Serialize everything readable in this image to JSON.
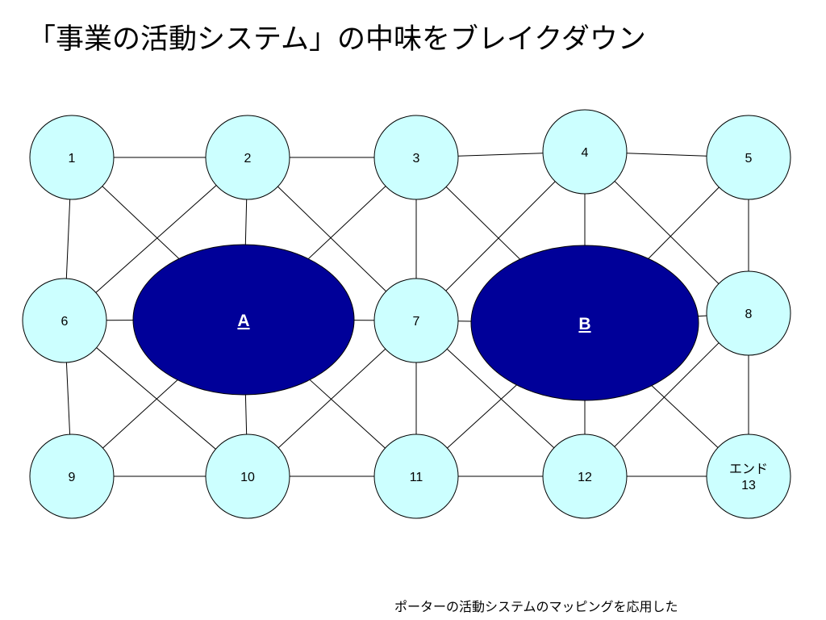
{
  "title": "「事業の活動システム」の中味をブレイクダウン",
  "footnote": "ポーターの活動システムのマッピングを応用した",
  "colors": {
    "node_fill": "#ccffff",
    "hub_fill": "#000099",
    "line": "#000000",
    "hub_text": "#ffffff"
  },
  "nodes": [
    {
      "id": "1",
      "label": [
        "1"
      ]
    },
    {
      "id": "2",
      "label": [
        "2"
      ]
    },
    {
      "id": "3",
      "label": [
        "3"
      ]
    },
    {
      "id": "4",
      "label": [
        "4"
      ]
    },
    {
      "id": "5",
      "label": [
        "5"
      ]
    },
    {
      "id": "6",
      "label": [
        "6"
      ]
    },
    {
      "id": "7",
      "label": [
        "7"
      ]
    },
    {
      "id": "8",
      "label": [
        "8"
      ]
    },
    {
      "id": "9",
      "label": [
        "9"
      ]
    },
    {
      "id": "10",
      "label": [
        "10"
      ]
    },
    {
      "id": "11",
      "label": [
        "11"
      ]
    },
    {
      "id": "12",
      "label": [
        "12"
      ]
    },
    {
      "id": "13",
      "label": [
        "エンド",
        "13"
      ]
    }
  ],
  "hubs": [
    {
      "id": "A",
      "label": "A"
    },
    {
      "id": "B",
      "label": "B"
    }
  ],
  "edges": [
    [
      "1",
      "2"
    ],
    [
      "2",
      "3"
    ],
    [
      "3",
      "4"
    ],
    [
      "4",
      "5"
    ],
    [
      "1",
      "6"
    ],
    [
      "5",
      "8"
    ],
    [
      "6",
      "9"
    ],
    [
      "8",
      "13"
    ],
    [
      "9",
      "10"
    ],
    [
      "10",
      "11"
    ],
    [
      "11",
      "12"
    ],
    [
      "12",
      "13"
    ],
    [
      "2",
      "A"
    ],
    [
      "A",
      "10"
    ],
    [
      "4",
      "B"
    ],
    [
      "B",
      "12"
    ],
    [
      "3",
      "7"
    ],
    [
      "7",
      "11"
    ],
    [
      "6",
      "A"
    ],
    [
      "A",
      "7"
    ],
    [
      "7",
      "B"
    ],
    [
      "B",
      "8"
    ],
    [
      "1",
      "A"
    ],
    [
      "3",
      "A"
    ],
    [
      "A",
      "11"
    ],
    [
      "A",
      "9"
    ],
    [
      "2",
      "6"
    ],
    [
      "2",
      "7"
    ],
    [
      "6",
      "10"
    ],
    [
      "10",
      "7"
    ],
    [
      "3",
      "B"
    ],
    [
      "5",
      "B"
    ],
    [
      "B",
      "13"
    ],
    [
      "B",
      "11"
    ],
    [
      "4",
      "7"
    ],
    [
      "4",
      "8"
    ],
    [
      "7",
      "12"
    ],
    [
      "8",
      "12"
    ]
  ]
}
